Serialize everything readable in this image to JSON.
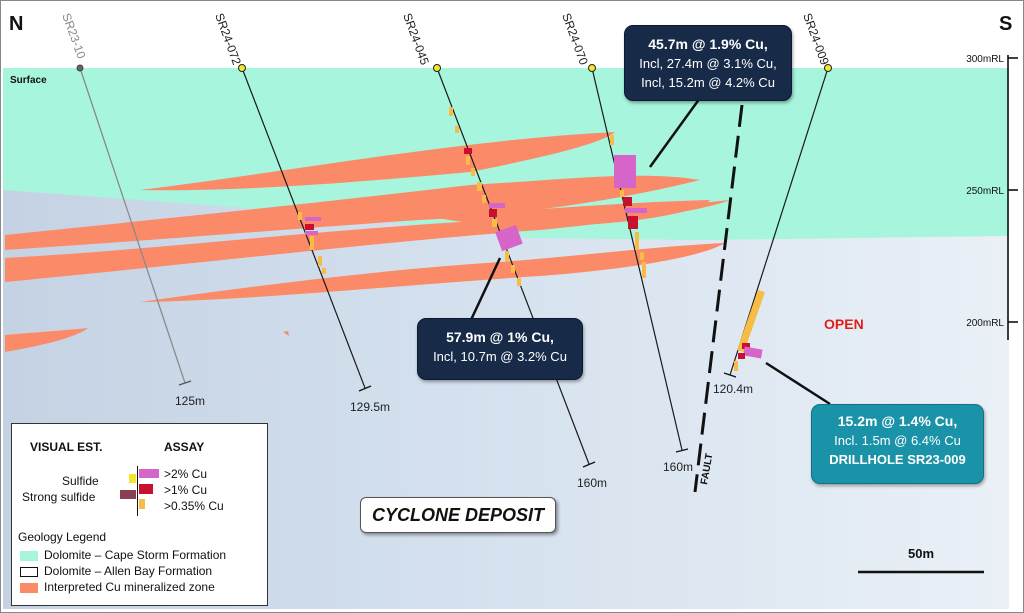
{
  "compass": {
    "north": "N",
    "south": "S"
  },
  "surface_label": "Surface",
  "elevations": [
    {
      "label": "300mRL",
      "value": 300
    },
    {
      "label": "250mRL",
      "value": 250
    },
    {
      "label": "200mRL",
      "value": 200
    }
  ],
  "drillholes": [
    {
      "id": "SR23-10",
      "depth_label": "125m"
    },
    {
      "id": "SR24-072",
      "depth_label": "129.5m"
    },
    {
      "id": "SR24-045",
      "depth_label": "160m"
    },
    {
      "id": "SR24-070",
      "depth_label": "160m"
    },
    {
      "id": "SR24-009",
      "depth_label": "120.4m"
    }
  ],
  "fault_label": "FAULT",
  "open_label": "OPEN",
  "deposit_name": "CYCLONE DEPOSIT",
  "scale_label": "50m",
  "callouts": [
    {
      "line1": "45.7m @ 1.9% Cu,",
      "line2": "Incl, 27.4m @ 3.1% Cu,",
      "line3": "Incl, 15.2m @ 4.2% Cu"
    },
    {
      "line1": "57.9m @ 1% Cu,",
      "line2": "Incl, 10.7m @ 3.2% Cu"
    },
    {
      "line1": "15.2m @ 1.4% Cu,",
      "line2": "Incl. 1.5m @ 6.4% Cu",
      "line3": "DRILLHOLE SR23-009"
    }
  ],
  "legend": {
    "visual_header": "VISUAL EST.",
    "assay_header": "ASSAY",
    "sulfide": "Sulfide",
    "strong_sulfide": "Strong sulfide",
    "assay_items": [
      ">2% Cu",
      ">1% Cu",
      ">0.35% Cu"
    ],
    "geology_title": "Geology Legend",
    "geology_items": [
      {
        "label": "Dolomite – Cape Storm Formation",
        "color": "#a6f5dc"
      },
      {
        "label": "Dolomite – Allen Bay Formation",
        "color": "#ffffff"
      },
      {
        "label": "Interpreted Cu mineralized zone",
        "color": "#fb8a68"
      }
    ]
  },
  "colors": {
    "assay_gt2": "#d565c8",
    "assay_gt1": "#c8102e",
    "assay_gt035": "#f6bc45",
    "sulfide": "#f2e62f",
    "strong_sulfide": "#8b3f50",
    "callout_dark": "#172b49",
    "callout_teal": "#1a93a9",
    "open_red": "#e0201b"
  }
}
